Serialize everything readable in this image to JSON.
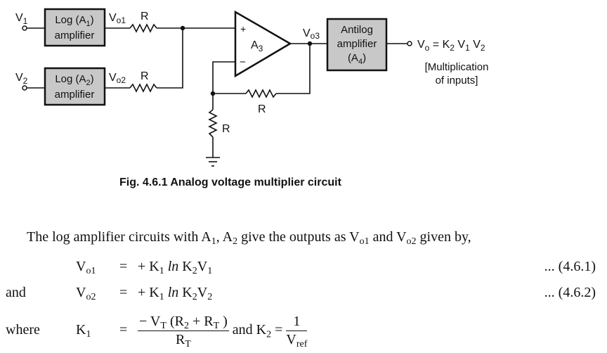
{
  "figure": {
    "inputs": [
      {
        "name": "V",
        "sub": "1"
      },
      {
        "name": "V",
        "sub": "2"
      }
    ],
    "blocks": {
      "log1": {
        "line1_pre": "Log (A",
        "line1_sub": "1",
        "line1_post": ")",
        "line2": "amplifier"
      },
      "log2": {
        "line1_pre": "Log (A",
        "line1_sub": "2",
        "line1_post": ")",
        "line2": "amplifier"
      },
      "antilog": {
        "line1": "Antilog",
        "line2": "amplifier",
        "line3_pre": "(A",
        "line3_sub": "4",
        "line3_post": ")"
      }
    },
    "node_labels": {
      "vo1": {
        "name": "V",
        "sub": "o1"
      },
      "vo2": {
        "name": "V",
        "sub": "o2"
      },
      "vo3": {
        "name": "V",
        "sub": "o3"
      }
    },
    "opamp": {
      "name": "A",
      "sub": "3",
      "plus": "+",
      "minus": "−"
    },
    "resistor_label": "R",
    "output": {
      "eq_v": "V",
      "eq_vsub": "o",
      "eq_mid": " = K",
      "eq_ksub": "2",
      "eq_v1": " V",
      "eq_v1sub": "1",
      "eq_v2": " V",
      "eq_v2sub": "2",
      "note_line1": "[Multiplication",
      "note_line2": "of inputs]"
    },
    "colors": {
      "block_fill": "#c8c8c8",
      "stroke": "#111111"
    },
    "caption": "Fig. 4.6.1 Analog voltage multiplier circuit"
  },
  "text": {
    "para": {
      "p1": "The log amplifier circuits with A",
      "s1": "1",
      "p2": ", A",
      "s2": "2",
      "p3": " give the outputs as V",
      "s3": "o1",
      "p4": " and V",
      "s4": "o2",
      "p5": " given by,"
    },
    "eq1": {
      "label": "",
      "lhs": "V",
      "lhs_sub": "o1",
      "eq": "=",
      "a": "+ K",
      "a_sub": "1",
      "ln": "ln",
      "b": " K",
      "b_sub": "2",
      "c": "V",
      "c_sub": "1",
      "num": "... (4.6.1)"
    },
    "eq2": {
      "label": "and",
      "lhs": "V",
      "lhs_sub": "o2",
      "eq": "=",
      "a": "+ K",
      "a_sub": "1",
      "ln": "ln",
      "b": " K",
      "b_sub": "2",
      "c": "V",
      "c_sub": "2",
      "num": "... (4.6.2)"
    },
    "eq3": {
      "label": "where",
      "lhs": "K",
      "lhs_sub": "1",
      "eq": "=",
      "numer_a": "− V",
      "numer_a_sub": "T",
      "numer_b": " (R",
      "numer_b_sub": "2",
      "numer_c": " + R",
      "numer_c_sub": "T",
      "numer_d": " )",
      "denom": "R",
      "denom_sub": "T",
      "and": " and K",
      "and_sub": "2",
      "eq2": " = ",
      "k2_numer": "1",
      "k2_denom": "V",
      "k2_denom_sub": "ref"
    }
  }
}
